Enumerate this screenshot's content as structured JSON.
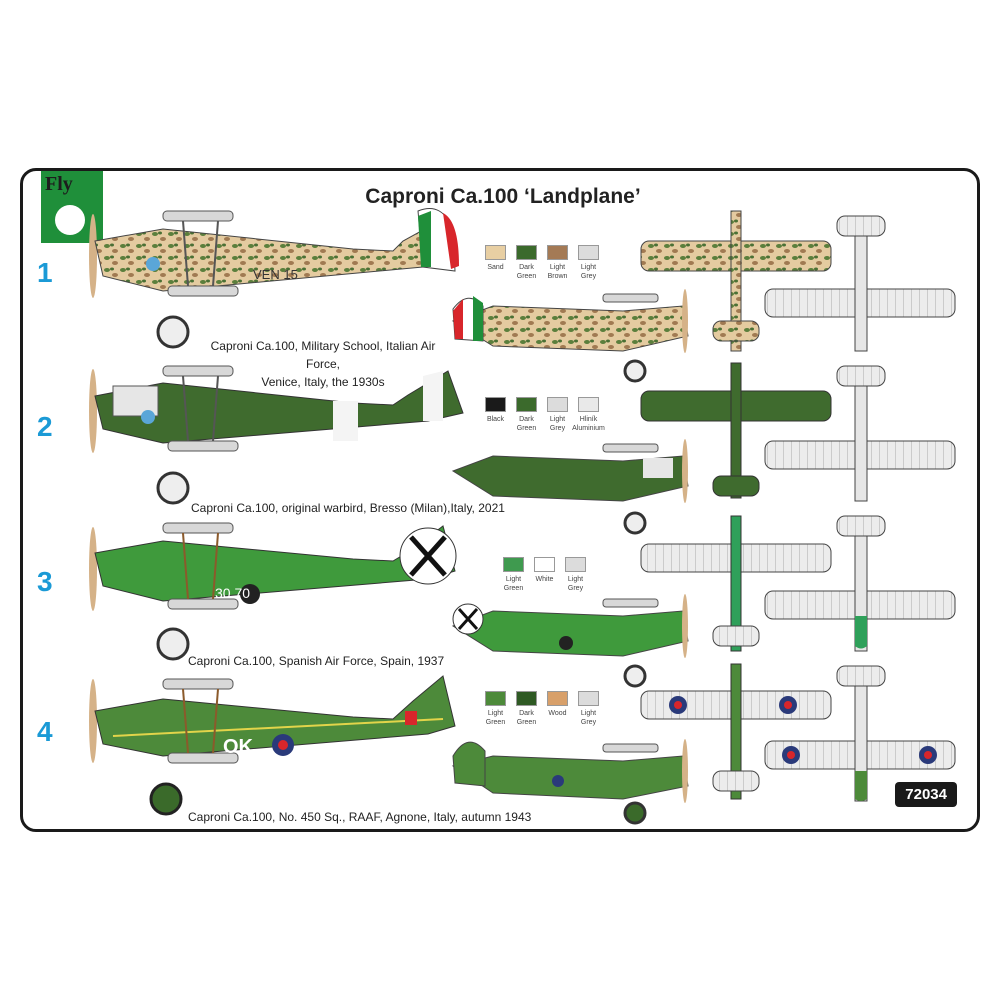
{
  "brand": {
    "logo_text": "Fly"
  },
  "title": "Caproni Ca.100 ‘Landplane’",
  "product_code": "72034",
  "schemes": [
    {
      "number": "1",
      "caption_line1": "Caproni Ca.100, Military School, Italian Air Force,",
      "caption_line2": "Venice, Italy, the 1930s",
      "marking": "VEN 15",
      "colors": [
        {
          "label": "Sand",
          "hex": "#e8cfa3"
        },
        {
          "label": "Dark Green",
          "hex": "#3b6a2c"
        },
        {
          "label": "Light Brown",
          "hex": "#a47a55"
        },
        {
          "label": "Light Grey",
          "hex": "#dcdcdc"
        }
      ]
    },
    {
      "number": "2",
      "caption_line1": "Caproni Ca.100, original warbird, Bresso (Milan),Italy, 2021",
      "caption_line2": "",
      "marking": "",
      "colors": [
        {
          "label": "Black",
          "hex": "#1a1a1a"
        },
        {
          "label": "Dark Green",
          "hex": "#3b6a2c"
        },
        {
          "label": "Light Grey",
          "hex": "#dcdcdc"
        },
        {
          "label": "Hliník Aluminium",
          "hex": "#e9e9e9"
        }
      ]
    },
    {
      "number": "3",
      "caption_line1": "Caproni Ca.100, Spanish Air Force, Spain, 1937",
      "caption_line2": "",
      "marking": "30 70",
      "colors": [
        {
          "label": "Light Green",
          "hex": "#3f9a4f"
        },
        {
          "label": "White",
          "hex": "#ffffff"
        },
        {
          "label": "Light Grey",
          "hex": "#dcdcdc"
        }
      ]
    },
    {
      "number": "4",
      "caption_line1": "Caproni Ca.100, No. 450 Sq., RAAF, Agnone, Italy, autumn 1943",
      "caption_line2": "",
      "marking": "OK",
      "colors": [
        {
          "label": "Light Green",
          "hex": "#4d8a3a"
        },
        {
          "label": "Dark Green",
          "hex": "#2f5a24"
        },
        {
          "label": "Wood",
          "hex": "#d8a06a"
        },
        {
          "label": "Light Grey",
          "hex": "#dcdcdc"
        }
      ]
    }
  ]
}
